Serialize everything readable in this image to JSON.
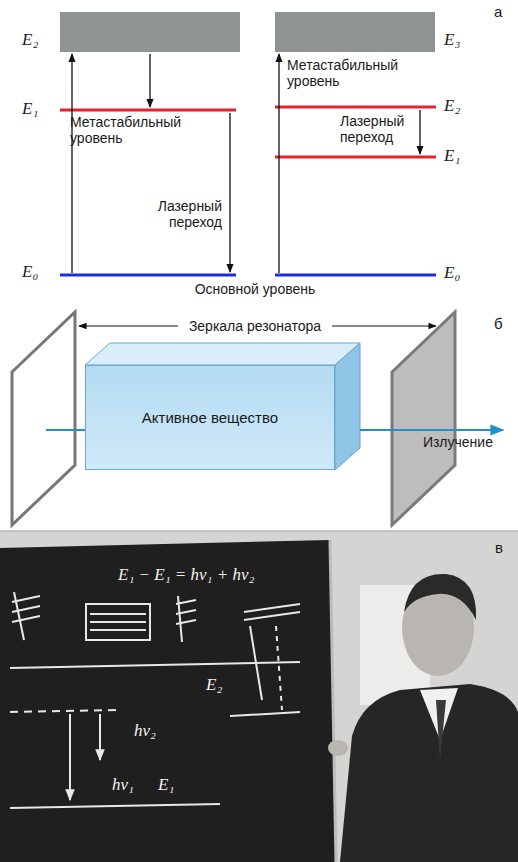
{
  "diagram": {
    "nodes": [
      {
        "text": [
          "Активное вещество"
        ]
      }
    ],
    "labels": [
      "а",
      "E₂",
      "E₁",
      "Метастабильный уровень",
      "Лазерный переход",
      "E₀",
      "Основной уровень",
      "E₃",
      "Метастабильный уровень",
      "E₂",
      "Лазерный переход",
      "E₁",
      "E₀",
      "б",
      "Зеркала резонатора",
      "Излучение",
      "в",
      "E₁ − E₁ = hν₁ + hν₂",
      "E₂",
      "hν₂",
      "hν₁",
      "E₁"
    ]
  }
}
